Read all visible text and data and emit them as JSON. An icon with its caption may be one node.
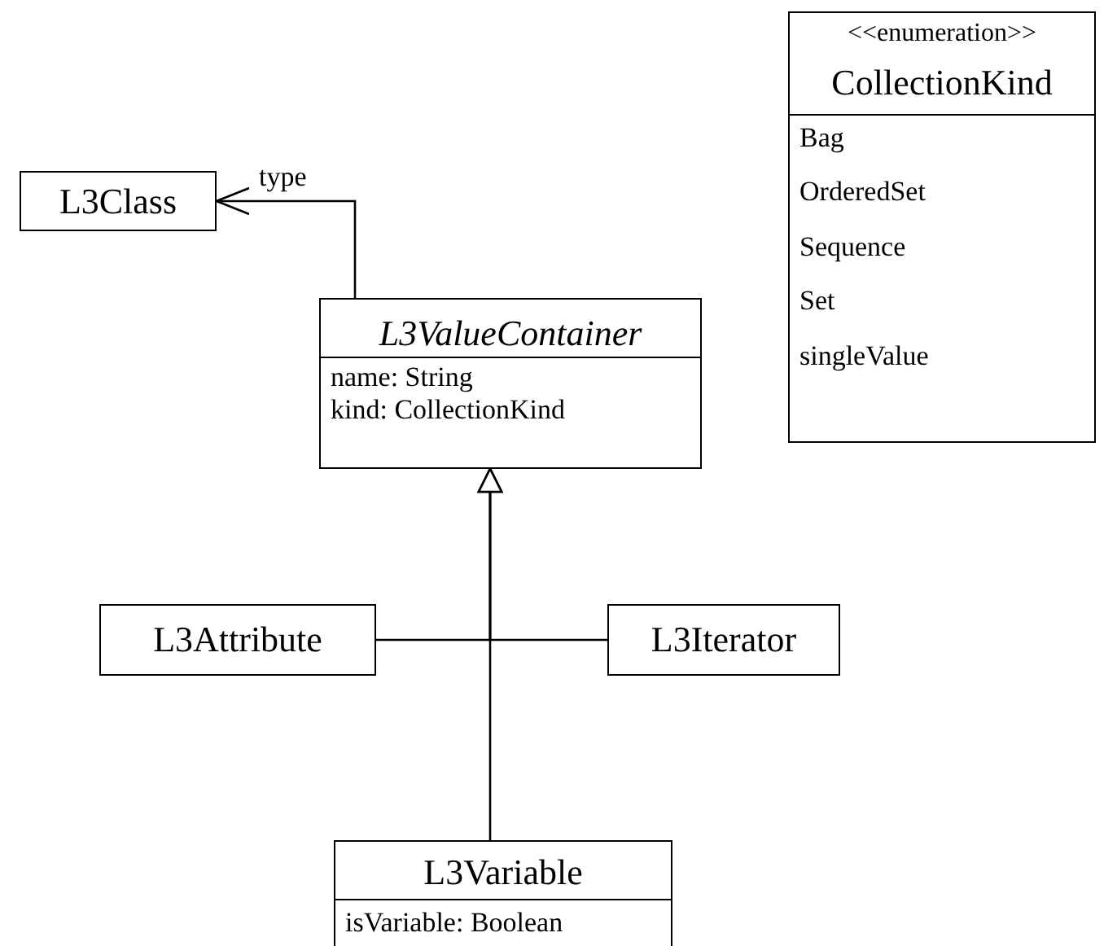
{
  "diagram": {
    "nodes": [
      {
        "text": [
          "L3Class"
        ]
      },
      {
        "text": [
          "L3ValueContainer",
          "name: String",
          "kind: CollectionKind"
        ]
      },
      {
        "text": [
          "<<enumeration>>",
          "CollectionKind",
          "Bag",
          "OrderedSet",
          "Sequence",
          "Set",
          "singleValue"
        ]
      },
      {
        "text": [
          "L3Attribute"
        ]
      },
      {
        "text": [
          "L3Iterator"
        ]
      },
      {
        "text": [
          "L3Variable",
          "isVariable: Boolean"
        ]
      }
    ],
    "edges": [
      {
        "from": 1,
        "to": 0,
        "arrow": "to",
        "label": "type"
      },
      {
        "from": 3,
        "to": 1,
        "arrow": "to"
      },
      {
        "from": 4,
        "to": 1,
        "arrow": "to"
      },
      {
        "from": 5,
        "to": 1,
        "arrow": "to"
      }
    ]
  }
}
